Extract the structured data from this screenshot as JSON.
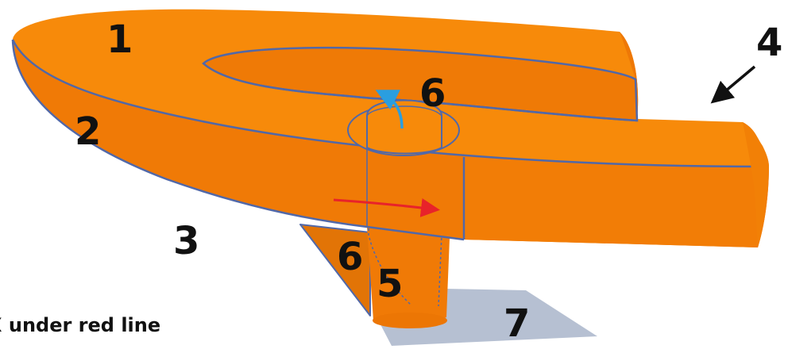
{
  "labels": {
    "n1": "1",
    "n2": "2",
    "n3": "3",
    "n4": "4",
    "n5": "5",
    "n6_top": "6",
    "n6_bottom": "6",
    "n7": "7"
  },
  "caption": "X under red line",
  "colors": {
    "top_surface": "#f78a0a",
    "side_face": "#f07a06",
    "outline": "#5168a8",
    "shadow": "#b6c0d2",
    "red_arrow": "#e8232a",
    "blue_arrow": "#2a9ee0",
    "black_arrow": "#111111"
  }
}
